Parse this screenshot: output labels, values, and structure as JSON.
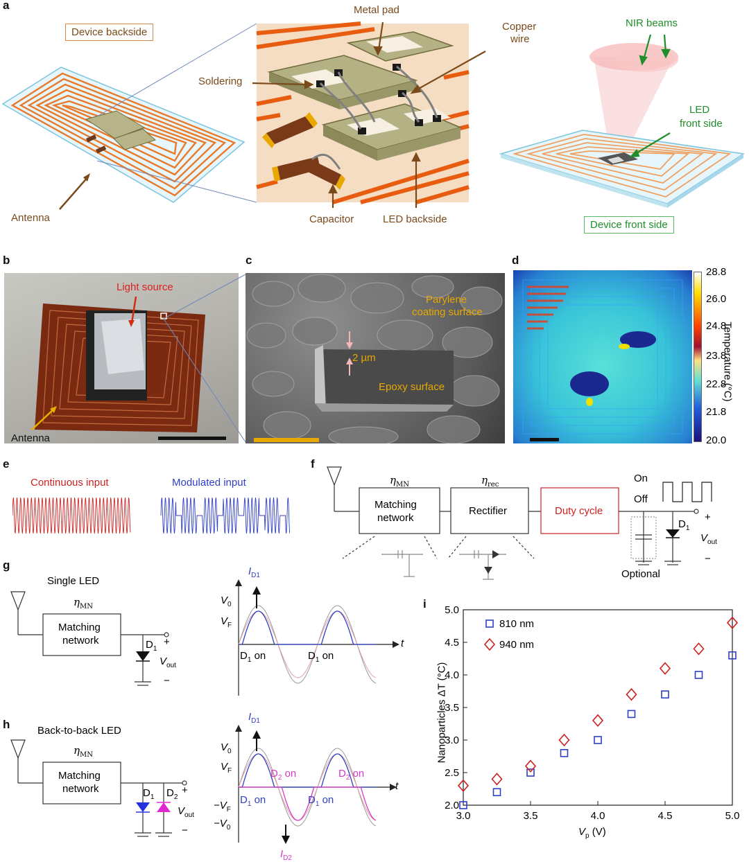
{
  "panels": {
    "a": "a",
    "b": "b",
    "c": "c",
    "d": "d",
    "e": "e",
    "f": "f",
    "g": "g",
    "h": "h",
    "i": "i"
  },
  "panel_a": {
    "device_backside": "Device backside",
    "antenna": "Antenna",
    "metal_pad": "Metal pad",
    "copper_wire_1": "Copper",
    "copper_wire_2": "wire",
    "soldering": "Soldering",
    "capacitor": "Capacitor",
    "led_backside": "LED backside",
    "nir_beams": "NIR beams",
    "led_front_1": "LED",
    "led_front_2": "front side",
    "device_front": "Device front side"
  },
  "panel_b": {
    "light_source": "Light source",
    "antenna": "Antenna"
  },
  "panel_c": {
    "parylene_1": "Parylene",
    "parylene_2": "coating surface",
    "thickness": "2 µm",
    "epoxy": "Epoxy surface"
  },
  "panel_d": {
    "colorbar_ticks": [
      "28.8",
      "26.0",
      "24.8",
      "23.8",
      "22.8",
      "21.8",
      "20.0"
    ],
    "colorbar_label": "Temperature (°C)"
  },
  "panel_e": {
    "continuous": "Continuous input",
    "modulated": "Modulated input"
  },
  "panel_f": {
    "eta_mn": "η",
    "eta_mn_sub": "MN",
    "eta_rec": "η",
    "eta_rec_sub": "rec",
    "matching_1": "Matching",
    "matching_2": "network",
    "rectifier": "Rectifier",
    "duty_cycle": "Duty cycle",
    "on": "On",
    "off": "Off",
    "d1": "D",
    "d1_sub": "1",
    "plus": "+",
    "minus": "−",
    "vout": "V",
    "vout_sub": "out",
    "optional": "Optional"
  },
  "panel_g": {
    "title": "Single LED",
    "eta": "η",
    "eta_sub": "MN",
    "matching_1": "Matching",
    "matching_2": "network",
    "d1": "D",
    "d1_sub": "1",
    "plus": "+",
    "minus": "−",
    "vout": "V",
    "vout_sub": "out",
    "id1": "I",
    "id1_sub": "D1",
    "v0": "V",
    "v0_sub": "0",
    "vf": "V",
    "vf_sub": "F",
    "t": "t",
    "d1_on_a": "D",
    "d1_on_a_sub": "1",
    "d1_on_a_tail": " on",
    "d1_on_b": "D",
    "d1_on_b_sub": "1",
    "d1_on_b_tail": " on"
  },
  "panel_h": {
    "title": "Back-to-back LED",
    "eta": "η",
    "eta_sub": "MN",
    "matching_1": "Matching",
    "matching_2": "network",
    "d1": "D",
    "d1_sub": "1",
    "d2": "D",
    "d2_sub": "2",
    "plus": "+",
    "minus": "−",
    "vout": "V",
    "vout_sub": "out",
    "id1": "I",
    "id1_sub": "D1",
    "id2": "I",
    "id2_sub": "D2",
    "v0": "V",
    "v0_sub": "0",
    "vf": "V",
    "vf_sub": "F",
    "mvf": "−V",
    "mvf_sub": "F",
    "mv0": "−V",
    "mv0_sub": "0",
    "t": "t",
    "d2_on_a": "D",
    "d2_on_a_sub": "2",
    "d2_on_a_tail": " on",
    "d2_on_b": "D",
    "d2_on_b_sub": "2",
    "d2_on_b_tail": " on",
    "d1_on_a": "D",
    "d1_on_a_sub": "1",
    "d1_on_a_tail": " on",
    "d1_on_b": "D",
    "d1_on_b_sub": "1",
    "d1_on_b_tail": " on"
  },
  "colors": {
    "blue": "#2e3fc4",
    "red": "#cc2222",
    "magenta": "#d838c8",
    "orange": "#e8782a",
    "gold": "#e8a800"
  },
  "chart_data": {
    "type": "scatter",
    "xlabel": "V",
    "xlabel_sub": "p",
    "xlabel_tail": " (V)",
    "ylabel": "Nanoparticles ΔT (°C)",
    "xlim": [
      3.0,
      5.0
    ],
    "ylim": [
      2.0,
      5.0
    ],
    "xticks": [
      "3.0",
      "3.5",
      "4.0",
      "4.5",
      "5.0"
    ],
    "yticks": [
      "2.0",
      "2.5",
      "3.0",
      "3.5",
      "4.0",
      "4.5",
      "5.0"
    ],
    "legend_position": "top-left",
    "x": [
      3.0,
      3.25,
      3.5,
      3.75,
      4.0,
      4.25,
      4.5,
      4.75,
      5.0
    ],
    "series": [
      {
        "name": "810 nm",
        "marker": "square",
        "color": "#2e3fc4",
        "values": [
          2.0,
          2.2,
          2.5,
          2.8,
          3.0,
          3.4,
          3.7,
          4.0,
          4.3
        ]
      },
      {
        "name": "940 nm",
        "marker": "diamond",
        "color": "#cc2222",
        "values": [
          2.3,
          2.4,
          2.6,
          3.0,
          3.3,
          3.7,
          4.1,
          4.4,
          4.8
        ]
      }
    ]
  }
}
